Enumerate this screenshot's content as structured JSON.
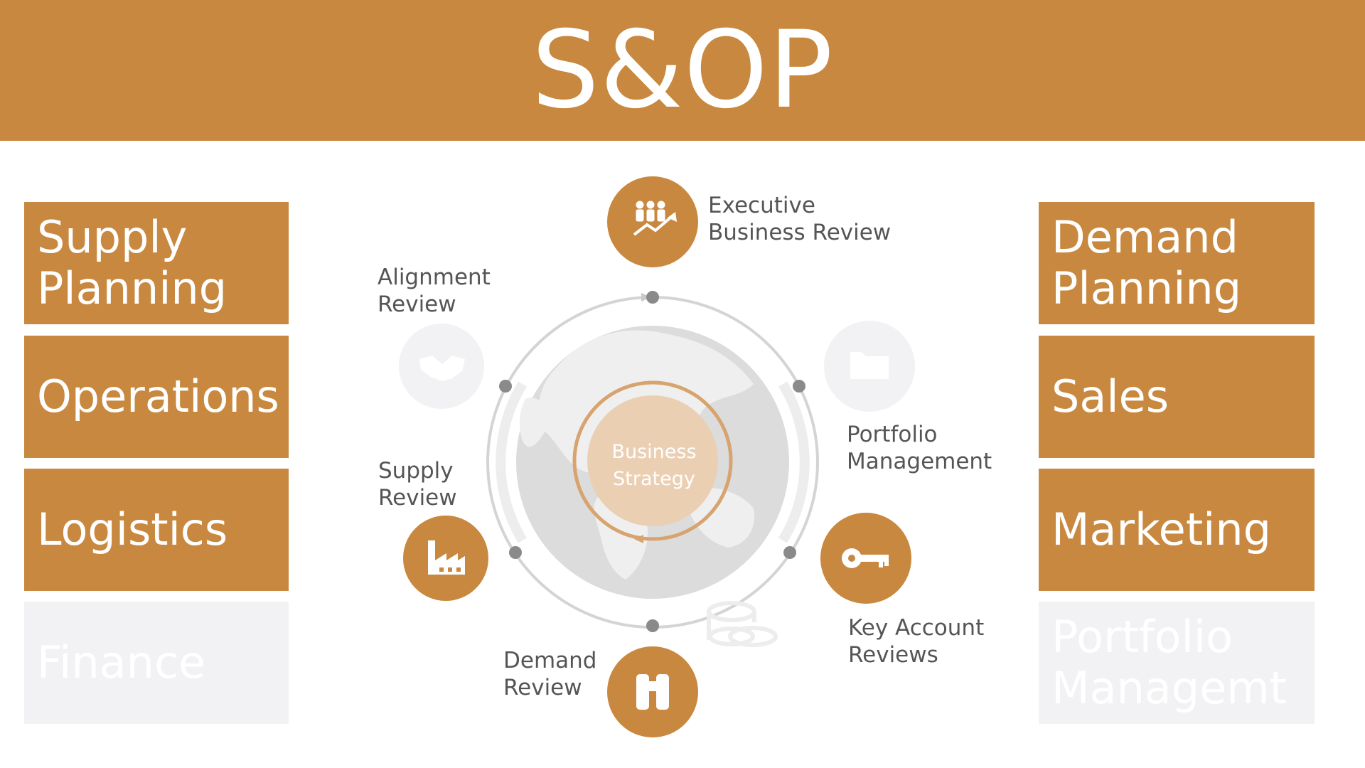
{
  "header": {
    "title": "S&OP"
  },
  "left_boxes": [
    {
      "label": "Supply\nPlanning",
      "state": "active"
    },
    {
      "label": "Operations",
      "state": "active"
    },
    {
      "label": "Logistics",
      "state": "active"
    },
    {
      "label": "Finance",
      "state": "muted"
    }
  ],
  "right_boxes": [
    {
      "label": "Demand\nPlanning",
      "state": "active"
    },
    {
      "label": "Sales",
      "state": "active"
    },
    {
      "label": "Marketing",
      "state": "active"
    },
    {
      "label": "Portfolio\nManagemt",
      "state": "muted"
    }
  ],
  "cycle": {
    "center": "Business\nStrategy",
    "steps": [
      {
        "label": "Executive\nBusiness Review",
        "icon": "people-growth-icon",
        "state": "active"
      },
      {
        "label": "Portfolio\nManagement",
        "icon": "folder-icon",
        "state": "muted"
      },
      {
        "label": "Key Account\nReviews",
        "icon": "key-icon",
        "state": "active"
      },
      {
        "label": "Demand\nReview",
        "icon": "binoculars-icon",
        "state": "active"
      },
      {
        "label": "Supply\nReview",
        "icon": "factory-icon",
        "state": "active"
      },
      {
        "label": "Alignment\nReview",
        "icon": "handshake-icon",
        "state": "muted"
      }
    ]
  },
  "colors": {
    "accent": "#C8883F",
    "muted": "#F2F2F4",
    "ring": "#D0D0D0",
    "dot": "#8A8A8A",
    "globe": "#DADADA",
    "center_fill": "#EBCFB3",
    "text": "#555555"
  }
}
